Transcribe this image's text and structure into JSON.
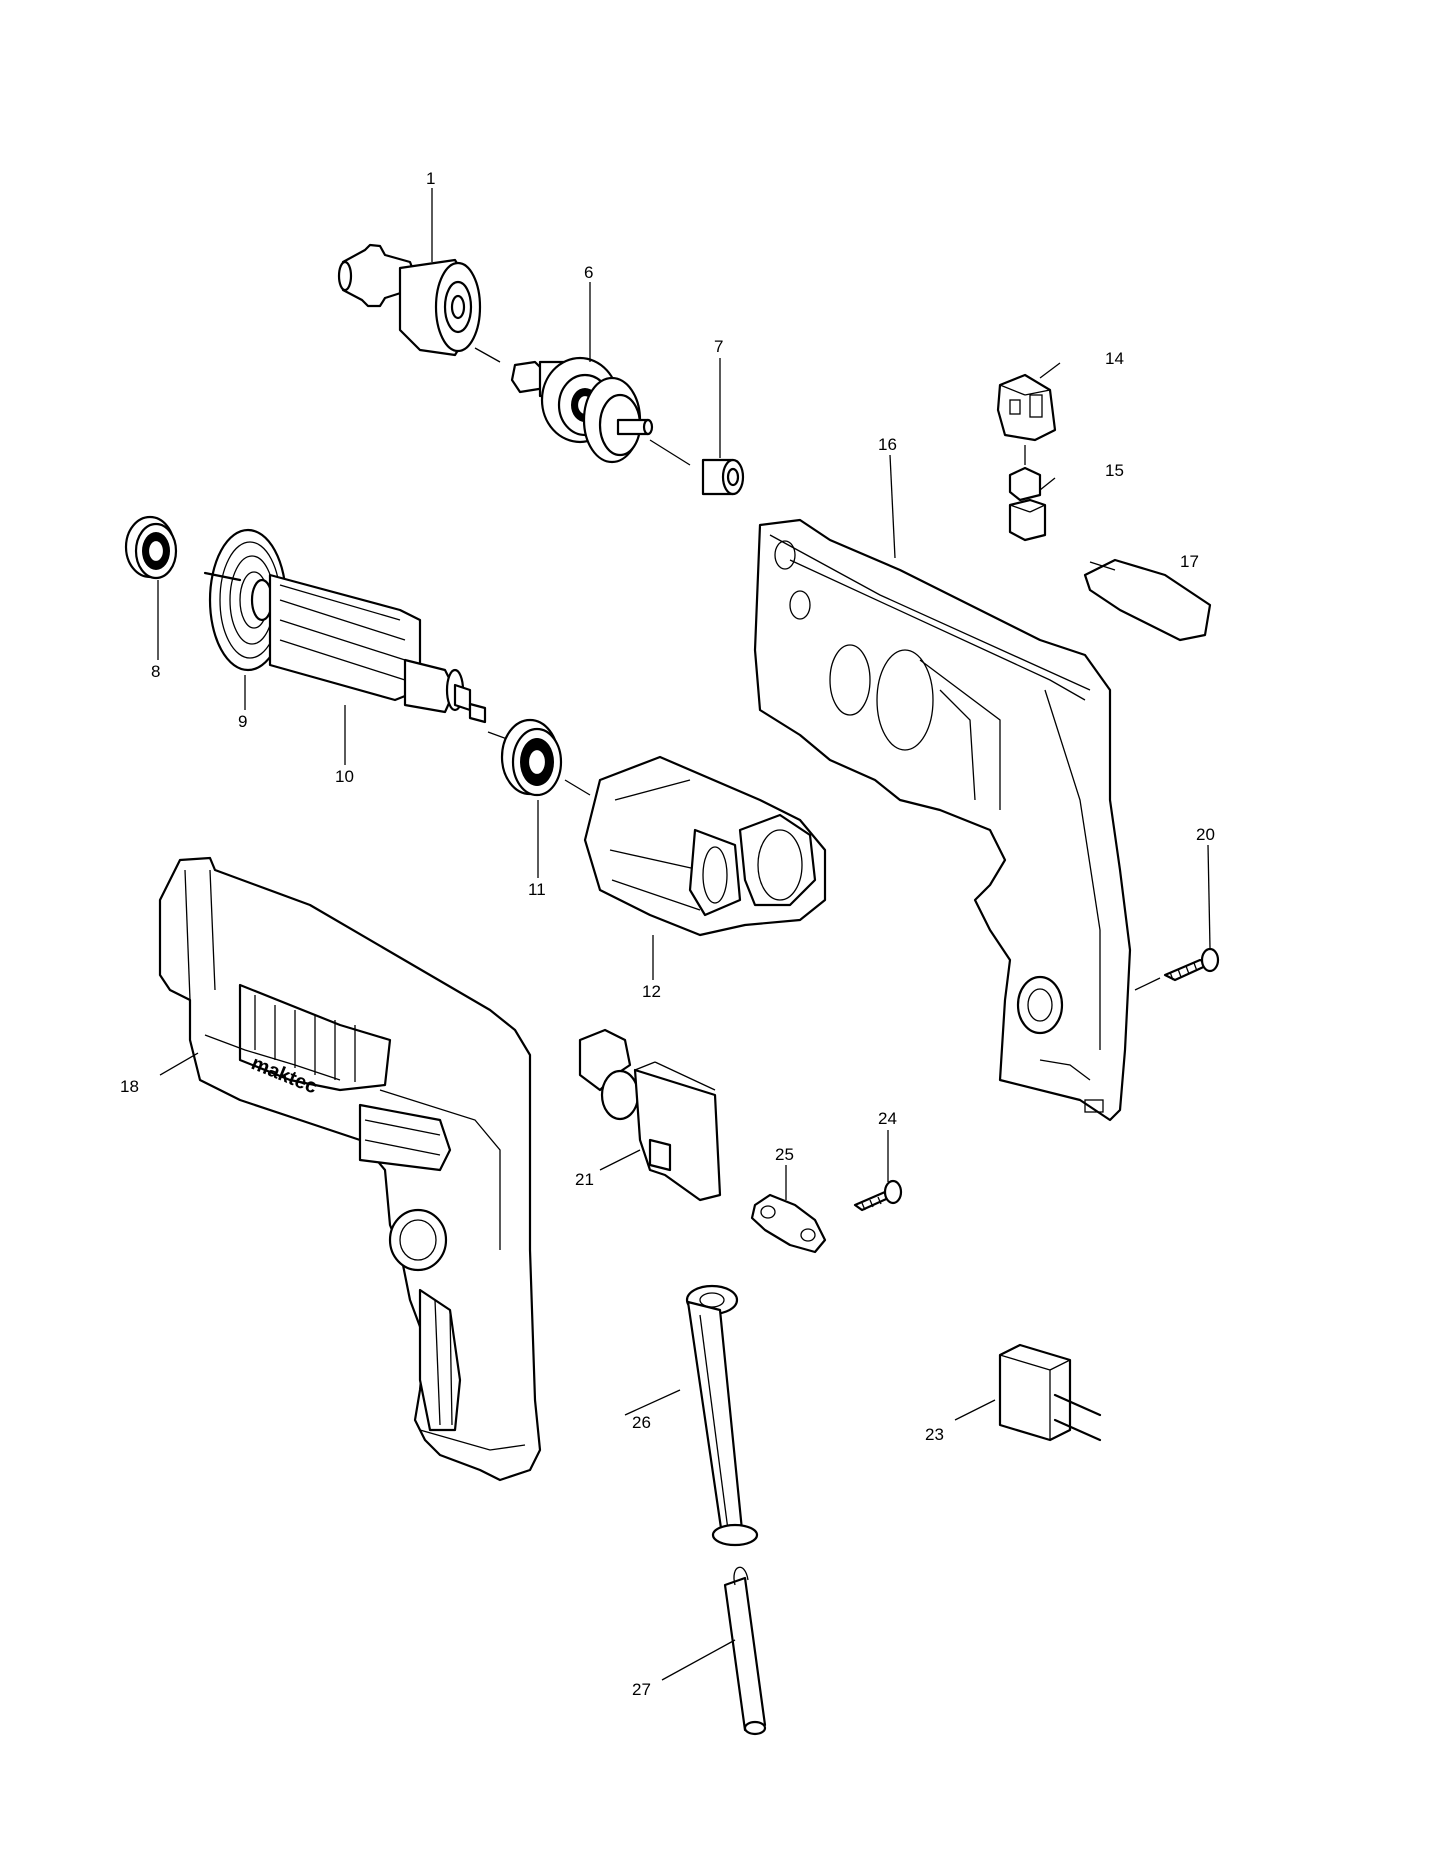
{
  "callouts": {
    "c1": "1",
    "c6": "6",
    "c7": "7",
    "c8": "8",
    "c9": "9",
    "c10": "10",
    "c11": "11",
    "c12": "12",
    "c14": "14",
    "c15": "15",
    "c16": "16",
    "c17": "17",
    "c18": "18",
    "c20": "20",
    "c21": "21",
    "c23": "23",
    "c24": "24",
    "c25": "25",
    "c26": "26",
    "c27": "27"
  },
  "brand_logo_text": "maktec"
}
